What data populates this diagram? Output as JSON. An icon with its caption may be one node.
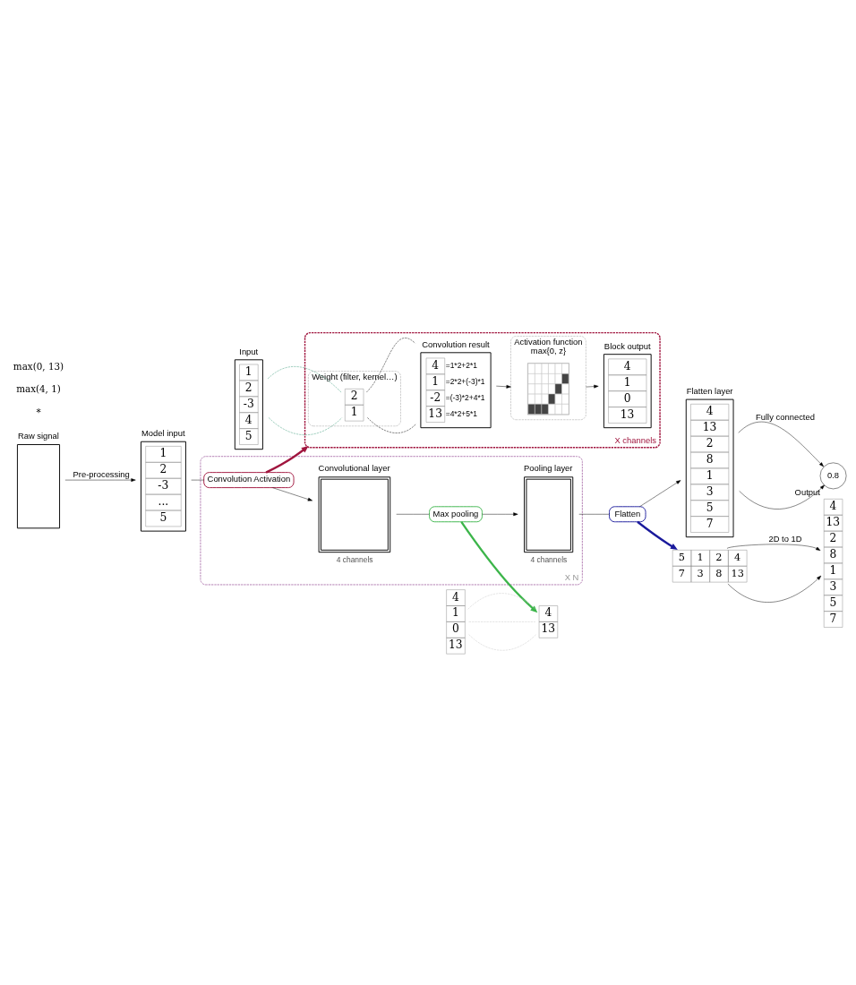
{
  "diagram": {
    "nodes": [
      {
        "text": [
          "X channels"
        ]
      },
      {
        "text": [
          "Input",
          "1",
          "2",
          "-3",
          "4",
          "5"
        ]
      },
      {
        "text": [
          "Weight (filter, kernel…)"
        ],
        "in": 0
      },
      {
        "text": [
          "2",
          "1"
        ],
        "in": 2
      },
      {
        "text": [
          "Convolution result",
          "4",
          "=1*2+2*1",
          "1",
          "=2*2+(-3)*1",
          "-2",
          "=(-3)*2+4*1",
          "13",
          "=4*2+5*1"
        ],
        "in": 0
      },
      {
        "text": [
          "Activation function",
          "max{0, z}"
        ],
        "in": 0
      },
      {
        "text": [],
        "shape": "picture",
        "in": 5
      },
      {
        "text": [
          "Block output",
          "4",
          "1",
          "0",
          "13"
        ],
        "in": 0
      },
      {
        "text": [
          "Raw signal"
        ]
      },
      {
        "text": [
          "Model input",
          "1",
          "2",
          "-3",
          "...",
          "5"
        ]
      },
      {
        "text": [
          "X N"
        ]
      },
      {
        "text": [
          "Convolution Activation"
        ],
        "in": 10
      },
      {
        "text": [
          "Convolutional layer"
        ],
        "beside": [
          "4 channels"
        ],
        "in": 10
      },
      {
        "text": [
          "Max pooling"
        ],
        "in": 10
      },
      {
        "text": [
          "Pooling layer"
        ],
        "beside": [
          "4 channels"
        ],
        "in": 10
      },
      {
        "text": [
          "Flatten"
        ]
      },
      {
        "text": [
          "Flatten layer",
          "4",
          "13",
          "2",
          "8",
          "1",
          "3",
          "5",
          "7"
        ]
      },
      {
        "text": [
          "Output",
          "0.8"
        ]
      },
      {
        "text": [
          "4",
          "1",
          "0",
          "13"
        ]
      },
      {
        "text": [
          "4",
          "13"
        ]
      },
      {
        "text": [
          "5",
          "1",
          "2",
          "4",
          "7",
          "3",
          "8",
          "13"
        ]
      },
      {
        "text": [
          "4",
          "13",
          "2",
          "8",
          "1",
          "3",
          "5",
          "7"
        ]
      }
    ],
    "edges": [
      {
        "from": 1,
        "to": 3,
        "arrow": "none",
        "style": "dashed",
        "color": "#3a9a7a"
      },
      {
        "from": 1,
        "to": 3,
        "arrow": "none",
        "style": "dashed",
        "color": "#3a9a7a"
      },
      {
        "from": 3,
        "to": 4,
        "arrow": "none",
        "style": "dashed"
      },
      {
        "from": 3,
        "to": 4,
        "arrow": "none",
        "style": "dashed"
      },
      {
        "from": 4,
        "to": 5,
        "arrow": "to"
      },
      {
        "from": 5,
        "to": 7,
        "arrow": "to"
      },
      {
        "from": 11,
        "to": 0,
        "arrow": "to",
        "style": "thick",
        "color": "#a0153e"
      },
      {
        "from": 8,
        "to": 9,
        "arrow": "to",
        "label": "Pre-processing"
      },
      {
        "from": 9,
        "to": 11,
        "arrow": "none"
      },
      {
        "from": 11,
        "to": 12,
        "arrow": "to"
      },
      {
        "from": 12,
        "to": 13,
        "arrow": "none"
      },
      {
        "from": 13,
        "to": 14,
        "arrow": "to"
      },
      {
        "from": 14,
        "to": 15,
        "arrow": "none"
      },
      {
        "from": 15,
        "to": 16,
        "arrow": "to"
      },
      {
        "from": 16,
        "to": 17,
        "arrow": "to",
        "label": "Fully connected"
      },
      {
        "from": 16,
        "to": 17,
        "arrow": "to"
      },
      {
        "from": 13,
        "to": 19,
        "arrow": "to",
        "style": "thick",
        "color": "#3cb54a"
      },
      {
        "from": 15,
        "to": 20,
        "arrow": "to",
        "style": "thick",
        "color": "#1a1a9c"
      },
      {
        "from": 18,
        "to": 19,
        "arrow": "none",
        "style": "dashed",
        "color": "#c8c8c8"
      },
      {
        "from": 18,
        "to": 19,
        "arrow": "none",
        "style": "dashed",
        "color": "#c8c8c8"
      },
      {
        "from": 18,
        "to": 19,
        "arrow": "none",
        "style": "dashed",
        "color": "#c8c8c8"
      },
      {
        "from": 20,
        "to": 21,
        "arrow": "to",
        "label": "2D to 1D"
      },
      {
        "from": 20,
        "to": 21,
        "arrow": "to"
      }
    ],
    "labels": [
      "*",
      "max(4, 1)",
      "max(0, 13)"
    ]
  }
}
